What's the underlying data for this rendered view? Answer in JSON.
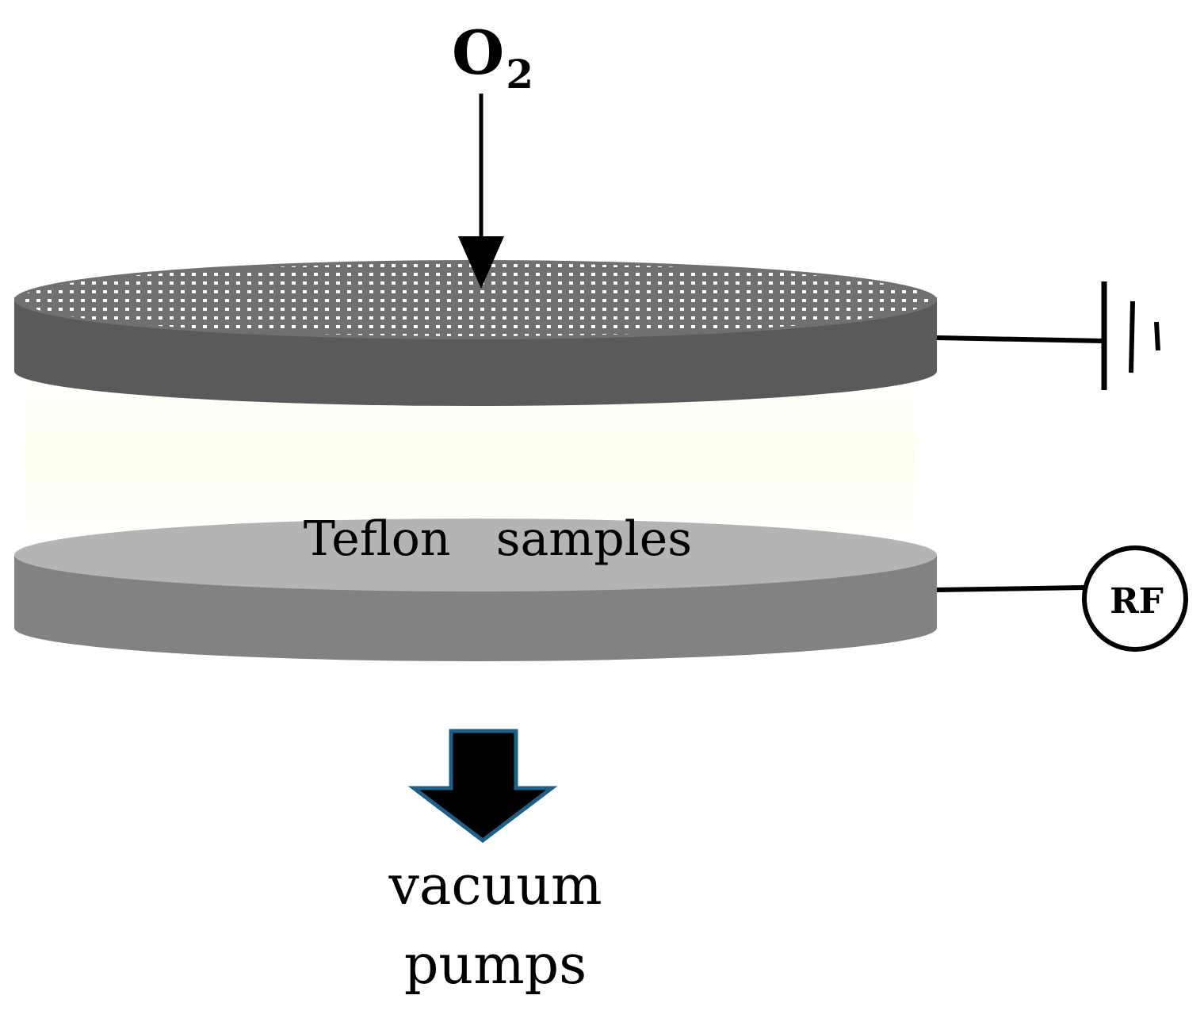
{
  "labels": {
    "gas_symbol": "O",
    "gas_subscript": "2",
    "sample_label": "Teflon   samples",
    "rf_label": "RF",
    "pump_line1": "vacuum",
    "pump_line2": "pumps"
  },
  "colors": {
    "background": "#ffffff",
    "top_electrode_side": "#5a5a5a",
    "top_electrode_face": "#707070",
    "perforation_dots": "#ffffff",
    "bottom_electrode_side": "#828282",
    "bottom_electrode_face": "#b4b4b4",
    "plasma_glow": "#fffff2",
    "pump_arrow_fill": "#000000",
    "pump_arrow_outline": "#1f5f86",
    "lines": "#000000"
  }
}
